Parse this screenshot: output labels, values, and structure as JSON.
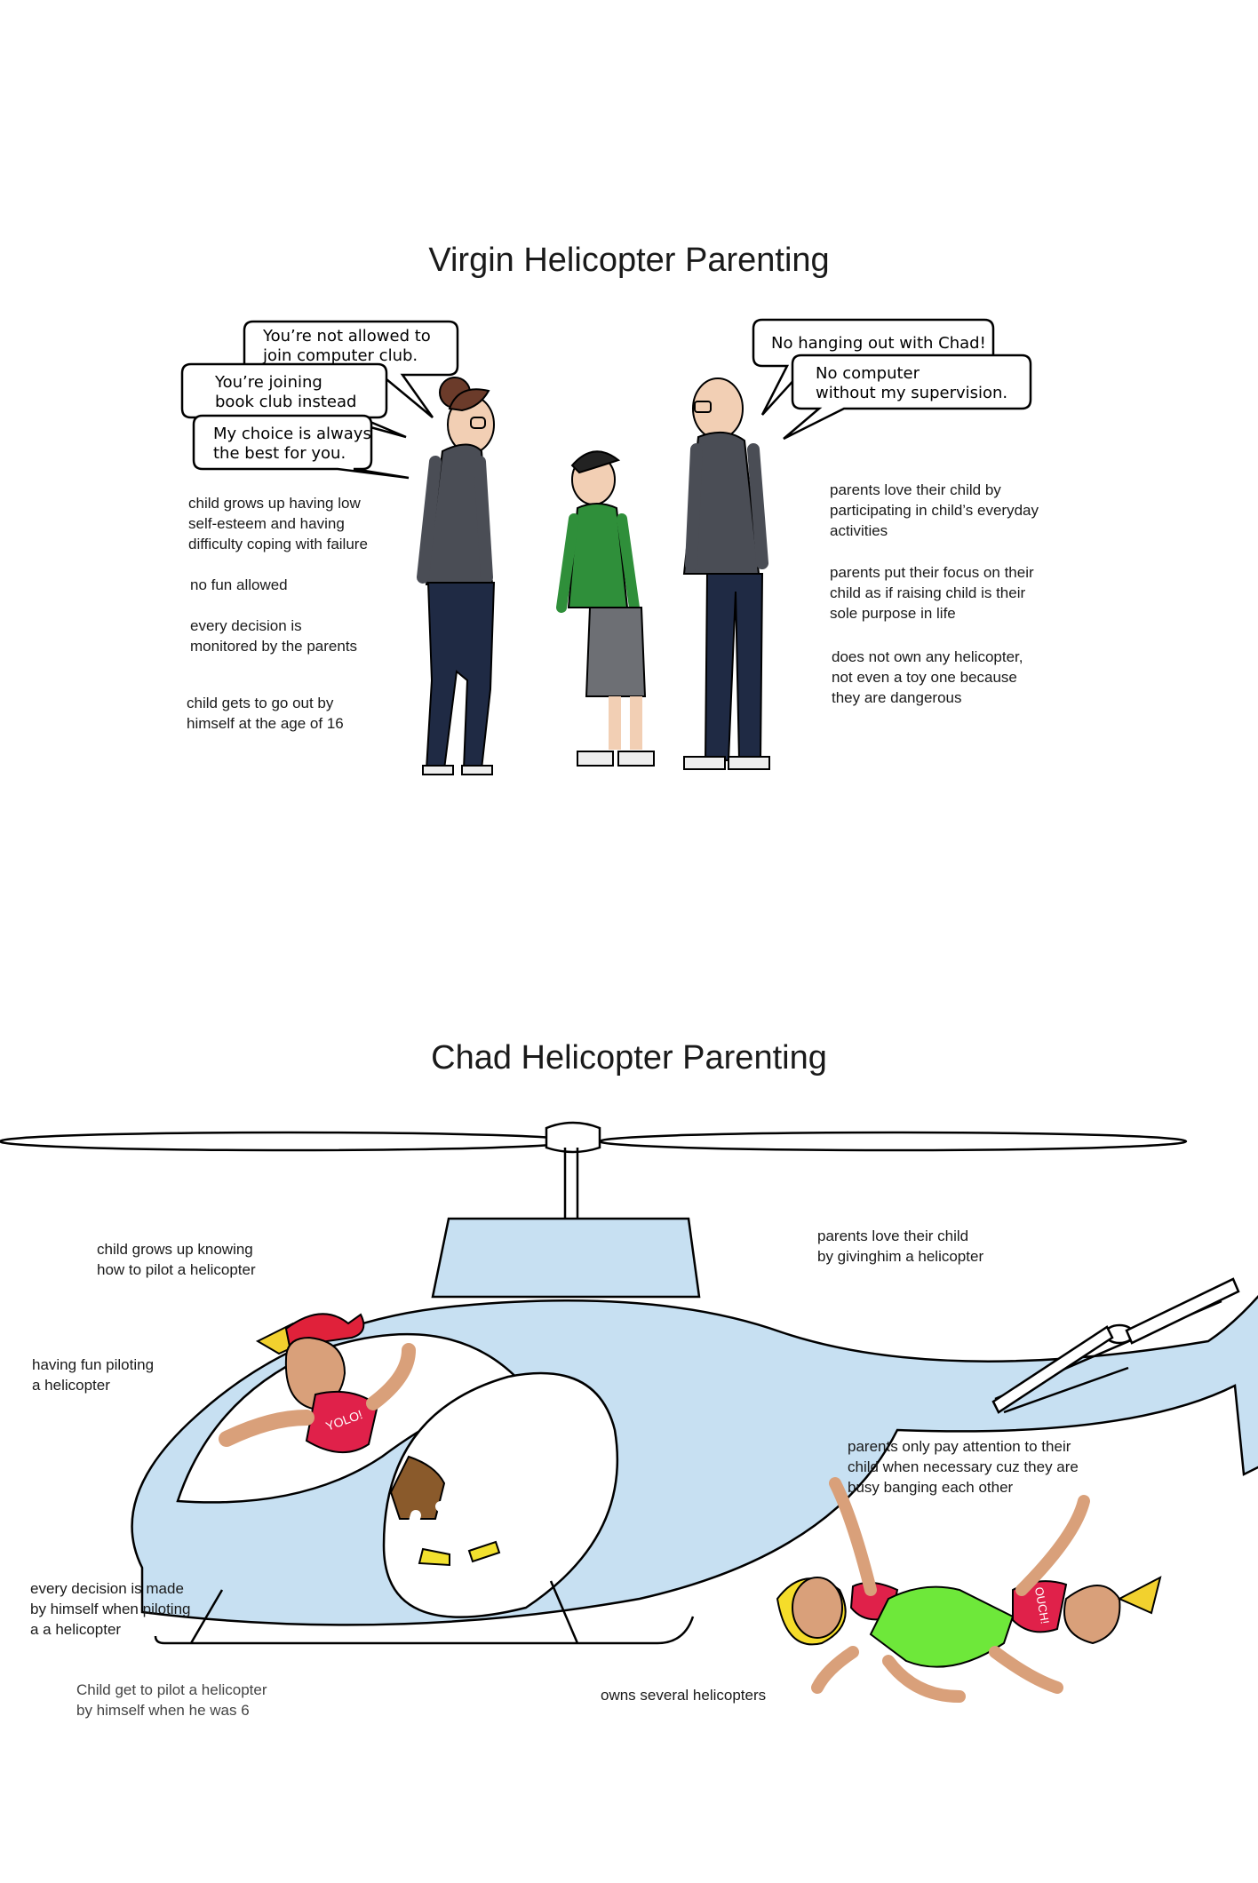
{
  "virgin": {
    "title": "Virgin Helicopter Parenting",
    "bubbles": [
      "You’re not allowed to\njoin computer club.",
      "You’re joining\nbook club instead",
      "My choice is always\nthe best for you.",
      "No hanging out with Chad!",
      "No computer\nwithout my supervision."
    ],
    "captions": [
      "child grows up having low\nself-esteem and having\ndifficulty coping with failure",
      "no fun allowed",
      "every decision is\nmonitored by the parents",
      "child gets to go out by\nhimself at the age of 16",
      "parents love their child by\nparticipating in child’s everyday\nactivities",
      "parents put their focus on their\nchild as if raising child is their\nsole purpose in life",
      "does not own any helicopter,\nnot even a toy one because\nthey are dangerous"
    ]
  },
  "chad": {
    "title": "Chad Helicopter Parenting",
    "shirt_text": "YOLO!",
    "parent_shirt_text": "OUCH!",
    "captions": [
      "child grows up knowing\nhow to pilot a helicopter",
      "having fun piloting\na helicopter",
      "every decision is made\nby himself when piloting\na a helicopter",
      "Child get to pilot a helicopter\nby himself when he was 6",
      "parents love their child\nby givinghim a helicopter",
      "parents only pay attention to their\nchild when necessary cuz they are\nbusy banging each other",
      "owns several helicopters"
    ]
  },
  "colors": {
    "helicopter_body": "#c7e0f2",
    "green_shirt": "#2f8f3a",
    "grey_sweater": "#4a4d55",
    "jeans": "#1f2a44",
    "red_shirt": "#e0214a",
    "lime": "#6ee83a",
    "skin": "#d9a07a"
  }
}
